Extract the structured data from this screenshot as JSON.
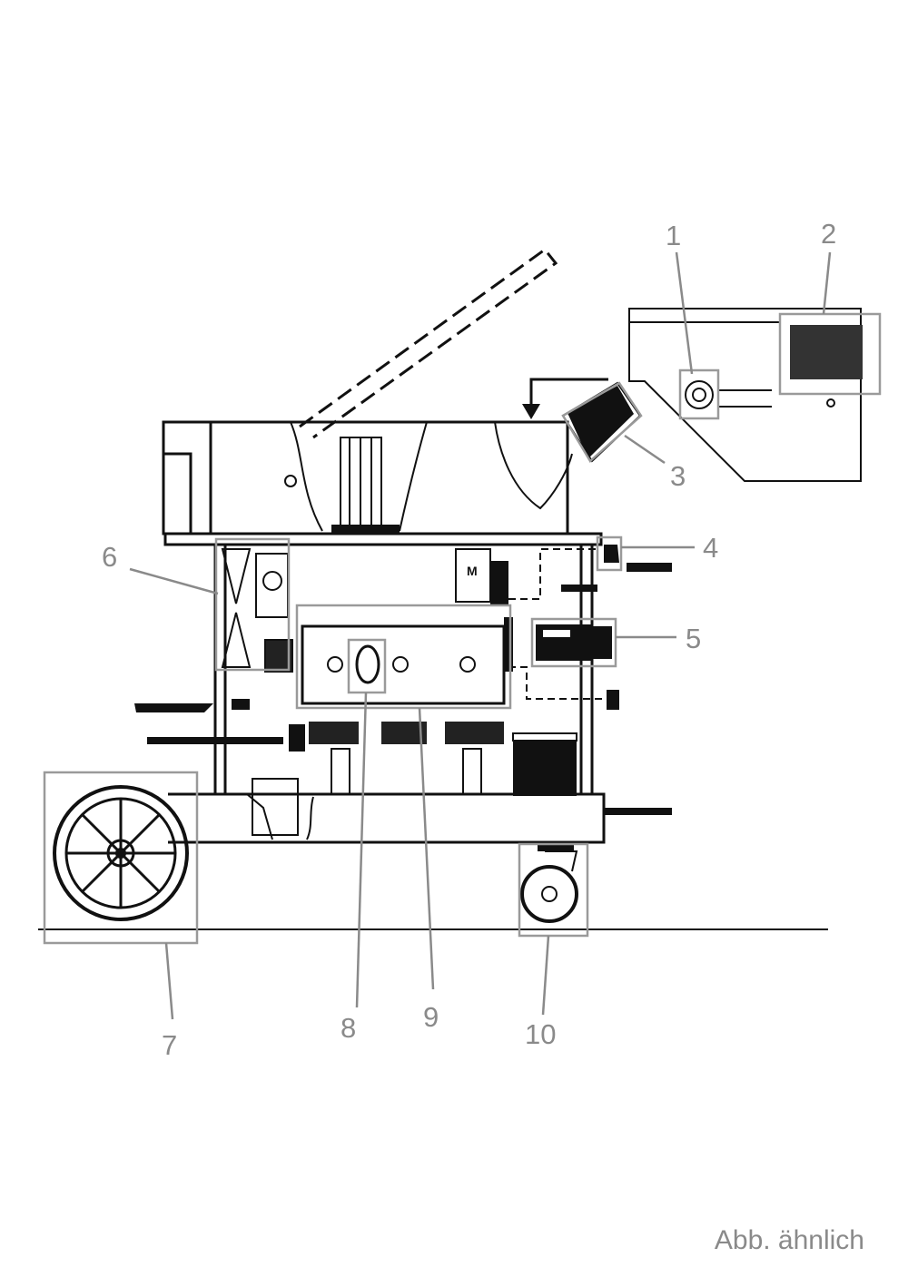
{
  "callouts": [
    {
      "id": "1",
      "label": "1"
    },
    {
      "id": "2",
      "label": "2"
    },
    {
      "id": "3",
      "label": "3"
    },
    {
      "id": "4",
      "label": "4"
    },
    {
      "id": "5",
      "label": "5"
    },
    {
      "id": "6",
      "label": "6"
    },
    {
      "id": "7",
      "label": "7"
    },
    {
      "id": "8",
      "label": "8"
    },
    {
      "id": "9",
      "label": "9"
    },
    {
      "id": "10",
      "label": "10"
    }
  ],
  "motor_label": "M",
  "caption": "Abb. ähnlich"
}
